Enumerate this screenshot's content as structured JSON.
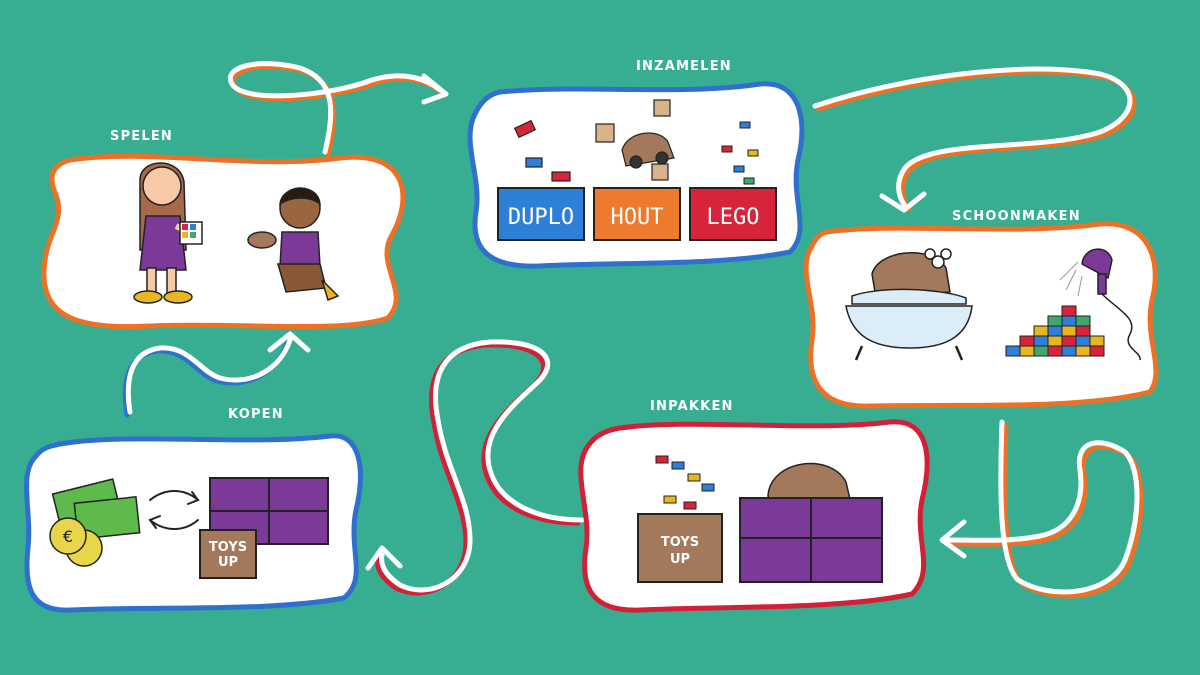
{
  "steps": [
    {
      "title": "SPELEN",
      "accent": "#ec7127"
    },
    {
      "title": "INZAMELEN",
      "accent": "#2f70cf"
    },
    {
      "title": "SCHOONMAKEN",
      "accent": "#ec7127"
    },
    {
      "title": "INPAKKEN",
      "accent": "#d22038"
    },
    {
      "title": "KOPEN",
      "accent": "#2f70cf"
    }
  ],
  "bins": [
    {
      "label": "DUPLO",
      "color": "#2e7fd8"
    },
    {
      "label": "HOUT",
      "color": "#ee7a2d"
    },
    {
      "label": "LEGO",
      "color": "#d8243a"
    }
  ],
  "crate_text": {
    "line1": "TOYS",
    "line2": "UP"
  },
  "coin_symbol": "€",
  "colors": {
    "background": "#37ae92",
    "purple": "#7c3a98",
    "wood": "#a4785a"
  }
}
